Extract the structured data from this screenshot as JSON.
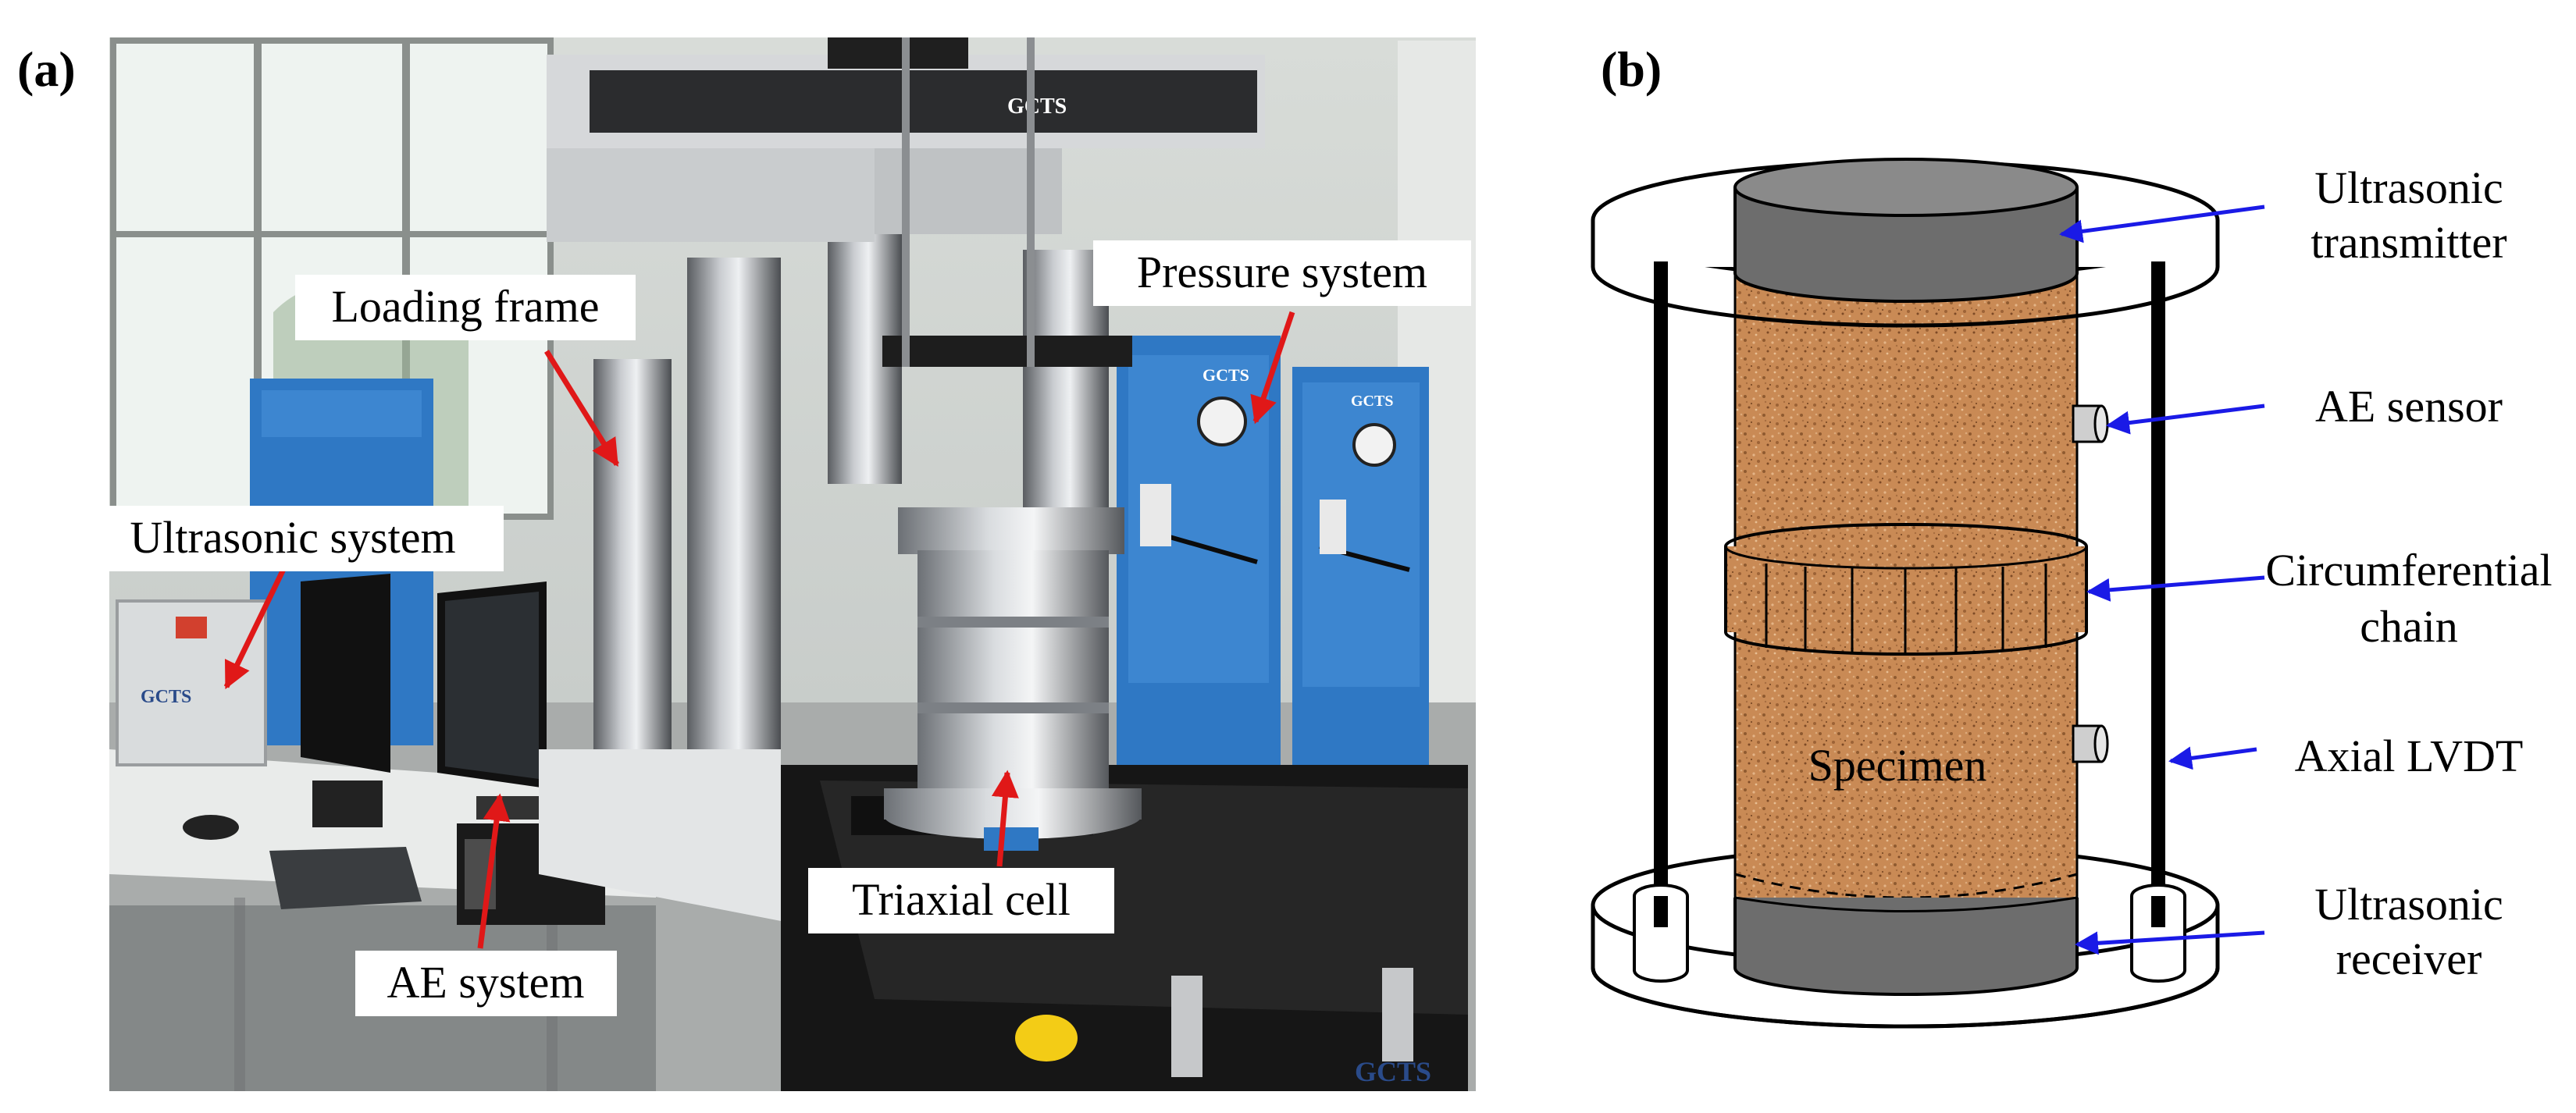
{
  "panel_a": {
    "letter": "(a)",
    "labels": {
      "loading_frame": "Loading frame",
      "pressure_system": "Pressure system",
      "ultrasonic_system": "Ultrasonic system",
      "triaxial_cell": "Triaxial cell",
      "ae_system": "AE system"
    },
    "brand_marks": [
      "GCTS",
      "GCTS",
      "GCTS",
      "GCTS",
      "GCTS"
    ]
  },
  "panel_b": {
    "letter": "(b)",
    "specimen_label": "Specimen",
    "callouts": {
      "ultrasonic_transmitter_l1": "Ultrasonic",
      "ultrasonic_transmitter_l2": "transmitter",
      "ae_sensor": "AE sensor",
      "circumferential_chain_l1": "Circumferential",
      "circumferential_chain_l2": "chain",
      "axial_lvdt": "Axial LVDT",
      "ultrasonic_receiver_l1": "Ultrasonic",
      "ultrasonic_receiver_l2": "receiver"
    }
  },
  "colors": {
    "label_arrow": "#e01818",
    "callout_arrow": "#1a1ae6",
    "specimen": "#c98a55",
    "platen": "#6d6d6d",
    "cabinet_blue": "#2f78c4"
  }
}
